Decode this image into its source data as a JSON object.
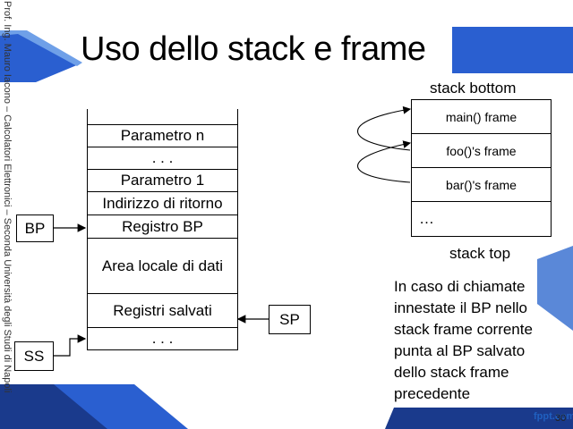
{
  "side_text": "Prof. Ing. Mauro Iacono – Calcolatori Elettronici – Seconda Università degli Studi di Napoli",
  "title": "Uso dello stack e frame",
  "stack": {
    "cells": [
      "",
      "Parametro n",
      ". . .",
      "Parametro 1",
      "Indirizzo di ritorno",
      "Registro BP",
      "Area locale di dati",
      "Registri salvati",
      ". . ."
    ]
  },
  "pointers": {
    "bp": "BP",
    "sp": "SP",
    "ss": "SS"
  },
  "frames": {
    "bottom_label": "stack bottom",
    "top_label": "stack top",
    "items": [
      "main() frame",
      "foo()'s frame",
      "bar()'s frame",
      "…"
    ]
  },
  "note": "In caso di chiamate innestate il BP nello stack frame corrente punta al BP salvato dello stack frame precedente",
  "footer": {
    "brand": "fppt.com",
    "page_number": "30"
  },
  "colors": {
    "accent_dark": "#1a3a8c",
    "accent_mid": "#2a5fd0",
    "accent_light": "#6fa0e8"
  }
}
